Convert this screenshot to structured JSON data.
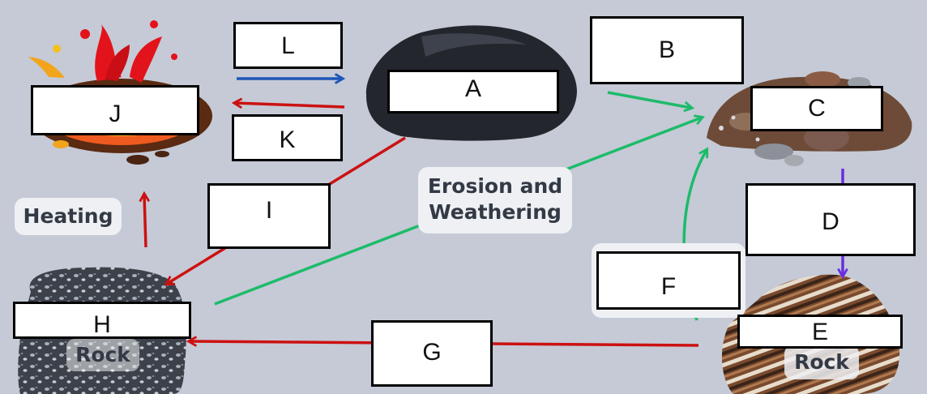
{
  "labels": {
    "L": "L",
    "A": "A",
    "B": "B",
    "J": "J",
    "K": "K",
    "C": "C",
    "I": "I",
    "D": "D",
    "F": "F",
    "H": "H",
    "G": "G",
    "E": "E"
  },
  "captions": {
    "heating": "Heating",
    "erosion_line1": "Erosion and",
    "erosion_line2": "Weathering",
    "rock_left": "Rock",
    "rock_right": "Rock"
  },
  "colors": {
    "background": "#c5cad6",
    "red_arrow": "#cc1111",
    "blue_arrow": "#1f56b8",
    "green_arrow": "#1dbb6a",
    "purple_arrow": "#6a2ee0"
  }
}
